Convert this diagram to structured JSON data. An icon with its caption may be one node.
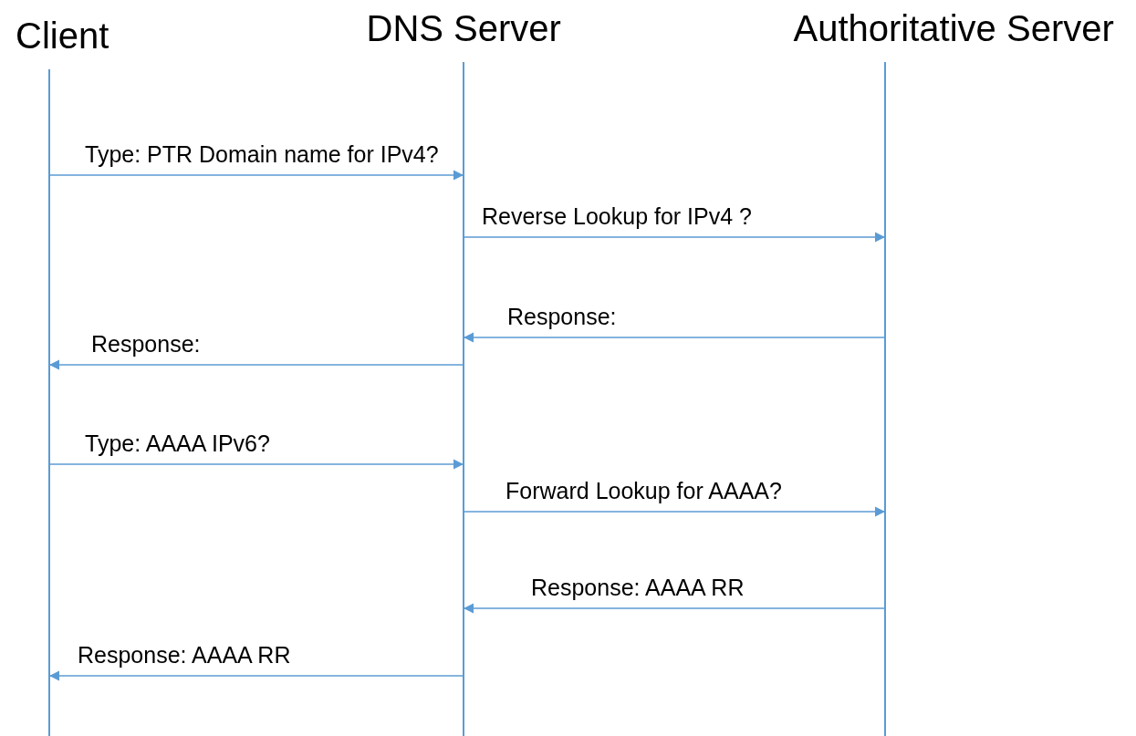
{
  "diagram": {
    "nodes": [
      {
        "text": [
          "Client"
        ]
      },
      {
        "text": [
          "DNS Server"
        ]
      },
      {
        "text": [
          "Authoritative Server"
        ]
      }
    ],
    "edges": [
      {
        "from": 0,
        "to": 1,
        "arrow": "to",
        "label": "Type: PTR Domain name for IPv4?"
      },
      {
        "from": 1,
        "to": 2,
        "arrow": "to",
        "label": "Reverse Lookup for IPv4 ?"
      },
      {
        "from": 2,
        "to": 1,
        "arrow": "to",
        "label": "Response:"
      },
      {
        "from": 1,
        "to": 0,
        "arrow": "to",
        "label": "Response:"
      },
      {
        "from": 0,
        "to": 1,
        "arrow": "to",
        "label": "Type: AAAA IPv6?"
      },
      {
        "from": 1,
        "to": 2,
        "arrow": "to",
        "label": "Forward Lookup for AAAA?"
      },
      {
        "from": 2,
        "to": 1,
        "arrow": "to",
        "label": "Response: AAAA RR"
      },
      {
        "from": 1,
        "to": 0,
        "arrow": "to",
        "label": "Response: AAAA RR"
      }
    ]
  }
}
